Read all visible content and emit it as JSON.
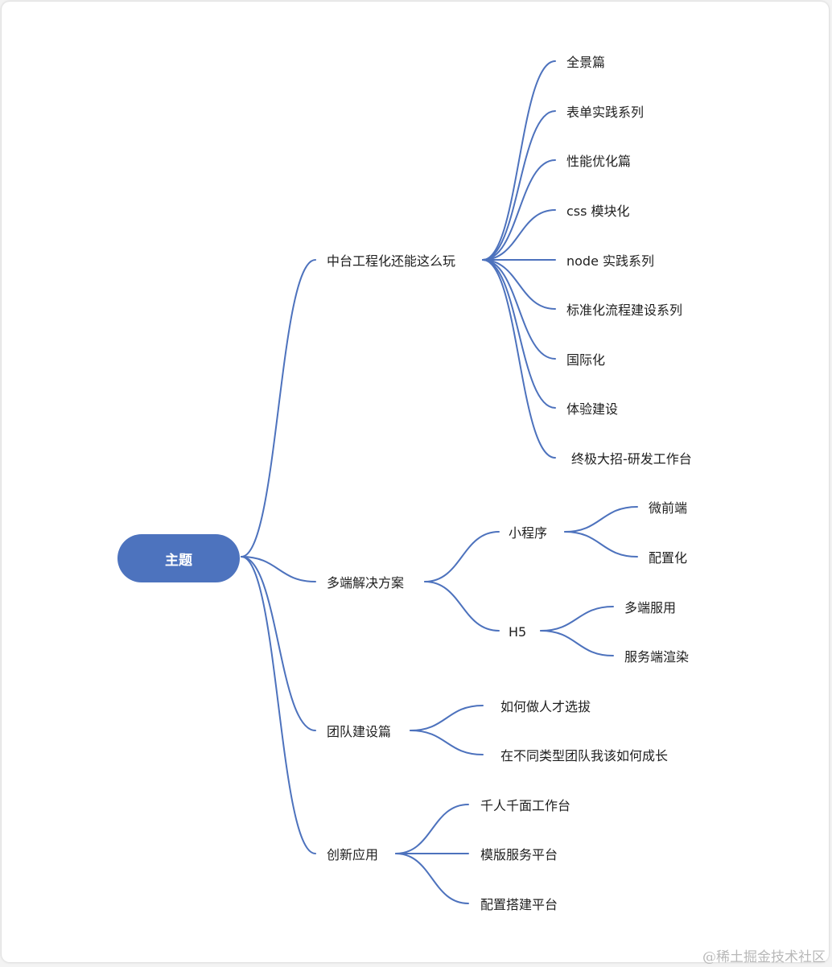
{
  "mindmap": {
    "root": "主题",
    "branches": [
      {
        "label": "中台工程化还能这么玩",
        "children": [
          {
            "label": "全景篇"
          },
          {
            "label": "表单实践系列"
          },
          {
            "label": "性能优化篇"
          },
          {
            "label": "css 模块化"
          },
          {
            "label": "node 实践系列"
          },
          {
            "label": "标准化流程建设系列"
          },
          {
            "label": "国际化"
          },
          {
            "label": "体验建设"
          },
          {
            "label": "终极大招-研发工作台"
          }
        ]
      },
      {
        "label": "多端解决方案",
        "children": [
          {
            "label": "小程序",
            "children": [
              {
                "label": "微前端"
              },
              {
                "label": "配置化"
              }
            ]
          },
          {
            "label": "H5",
            "children": [
              {
                "label": "多端服用"
              },
              {
                "label": "服务端渲染"
              }
            ]
          }
        ]
      },
      {
        "label": "团队建设篇",
        "children": [
          {
            "label": "如何做人才选拔"
          },
          {
            "label": "在不同类型团队我该如何成长"
          }
        ]
      },
      {
        "label": "创新应用",
        "children": [
          {
            "label": "千人千面工作台"
          },
          {
            "label": "模版服务平台"
          },
          {
            "label": "配置搭建平台"
          }
        ]
      }
    ]
  },
  "watermark": "@稀土掘金技术社区",
  "colors": {
    "link": "#4d72bd",
    "root_fill": "#4d73be",
    "root_text": "#ffffff",
    "text": "#1f1f1f"
  }
}
